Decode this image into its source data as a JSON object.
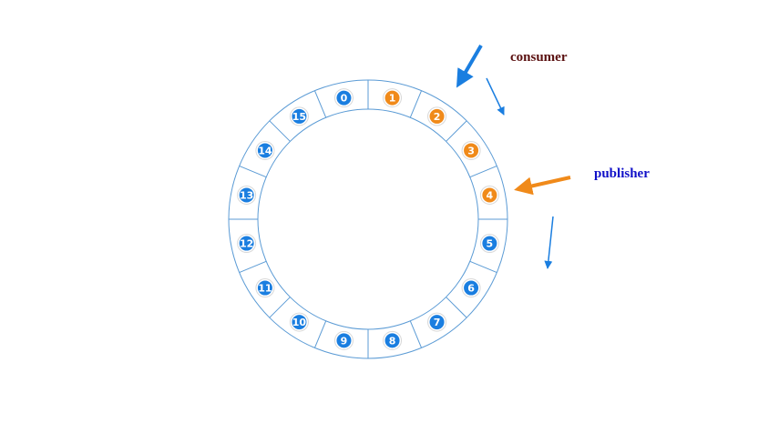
{
  "labels": {
    "consumer": "consumer",
    "publisher": "publisher"
  },
  "ring": {
    "slots": [
      {
        "index": "0",
        "state": "free"
      },
      {
        "index": "1",
        "state": "filled"
      },
      {
        "index": "2",
        "state": "filled"
      },
      {
        "index": "3",
        "state": "filled"
      },
      {
        "index": "4",
        "state": "filled"
      },
      {
        "index": "5",
        "state": "free"
      },
      {
        "index": "6",
        "state": "free"
      },
      {
        "index": "7",
        "state": "free"
      },
      {
        "index": "8",
        "state": "free"
      },
      {
        "index": "9",
        "state": "free"
      },
      {
        "index": "10",
        "state": "free"
      },
      {
        "index": "11",
        "state": "free"
      },
      {
        "index": "12",
        "state": "free"
      },
      {
        "index": "13",
        "state": "free"
      },
      {
        "index": "14",
        "state": "free"
      },
      {
        "index": "15",
        "state": "free"
      }
    ]
  },
  "colors": {
    "ring_stroke": "#5b9bd5",
    "free_slot": "#1a7ee0",
    "filled_slot": "#f08a1a",
    "consumer_arrow": "#1a7ee0",
    "publisher_arrow": "#f08a1a",
    "consumer_text": "#5a1010",
    "publisher_text": "#1010c8"
  }
}
